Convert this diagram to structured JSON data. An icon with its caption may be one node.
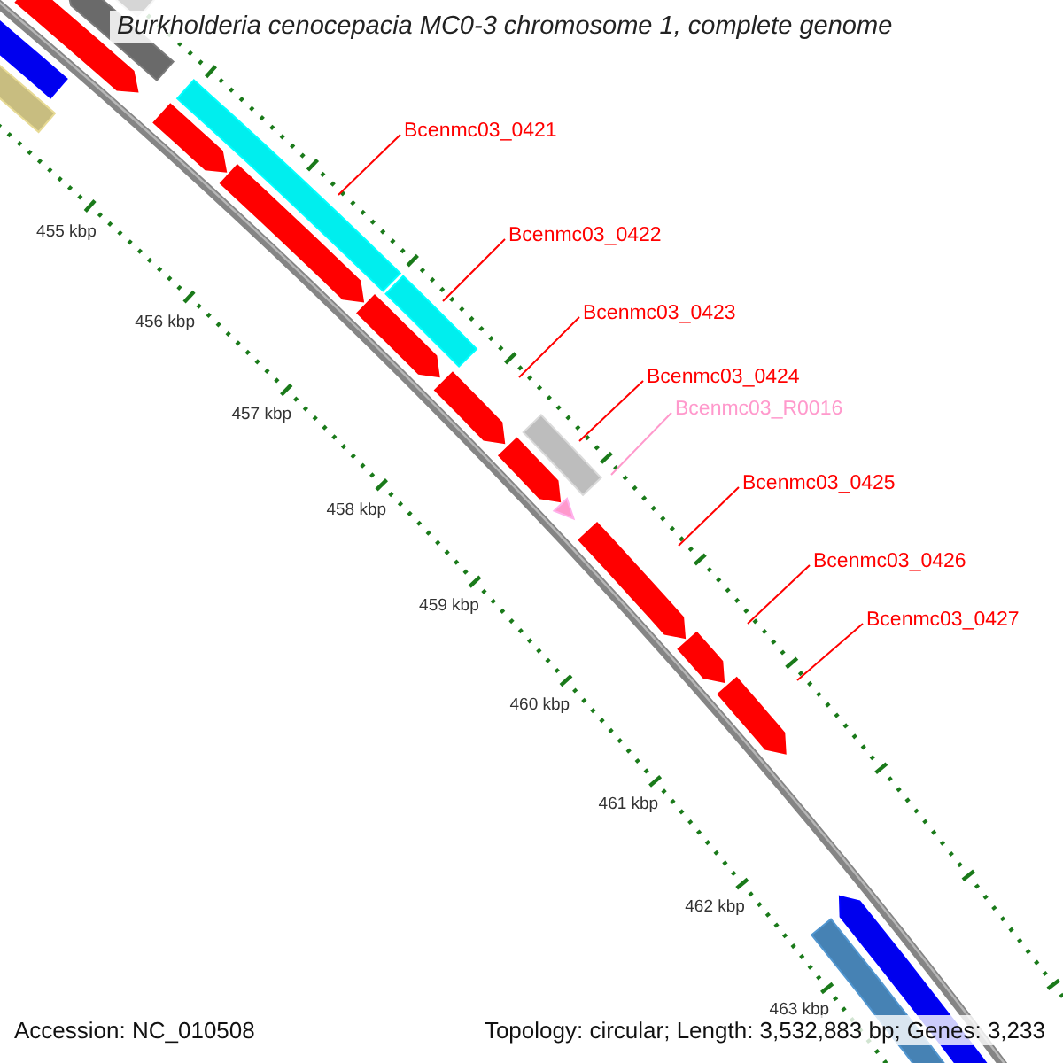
{
  "diagram": {
    "title": "Burkholderia cenocepacia MC0-3 chromosome 1, complete genome",
    "nodes": [
      {
        "text": [
          "Bcenmc03_0421"
        ]
      },
      {
        "text": [
          "Bcenmc03_0422"
        ]
      },
      {
        "text": [
          "Bcenmc03_0423"
        ]
      },
      {
        "text": [
          "Bcenmc03_0424"
        ]
      },
      {
        "text": [
          "Bcenmc03_R0016"
        ]
      },
      {
        "text": [
          "Bcenmc03_0425"
        ]
      },
      {
        "text": [
          "Bcenmc03_0426"
        ]
      },
      {
        "text": [
          "Bcenmc03_0427"
        ]
      }
    ],
    "edges": [
      {
        "from": 0,
        "to": null,
        "arrow": "none"
      },
      {
        "from": 1,
        "to": null,
        "arrow": "none"
      },
      {
        "from": 2,
        "to": null,
        "arrow": "none"
      },
      {
        "from": 3,
        "to": null,
        "arrow": "none"
      },
      {
        "from": 4,
        "to": null,
        "arrow": "none",
        "color": "#ff99cc"
      },
      {
        "from": 5,
        "to": null,
        "arrow": "none"
      },
      {
        "from": 6,
        "to": null,
        "arrow": "none"
      },
      {
        "from": 7,
        "to": null,
        "arrow": "none"
      }
    ],
    "labels": [
      "455 kbp",
      "456 kbp",
      "457 kbp",
      "458 kbp",
      "459 kbp",
      "460 kbp",
      "461 kbp",
      "462 kbp",
      "463 kbp",
      "Accession: NC_010508",
      "Topology: circular; Length: 3,532,883 bp; Genes: 3,233"
    ]
  }
}
